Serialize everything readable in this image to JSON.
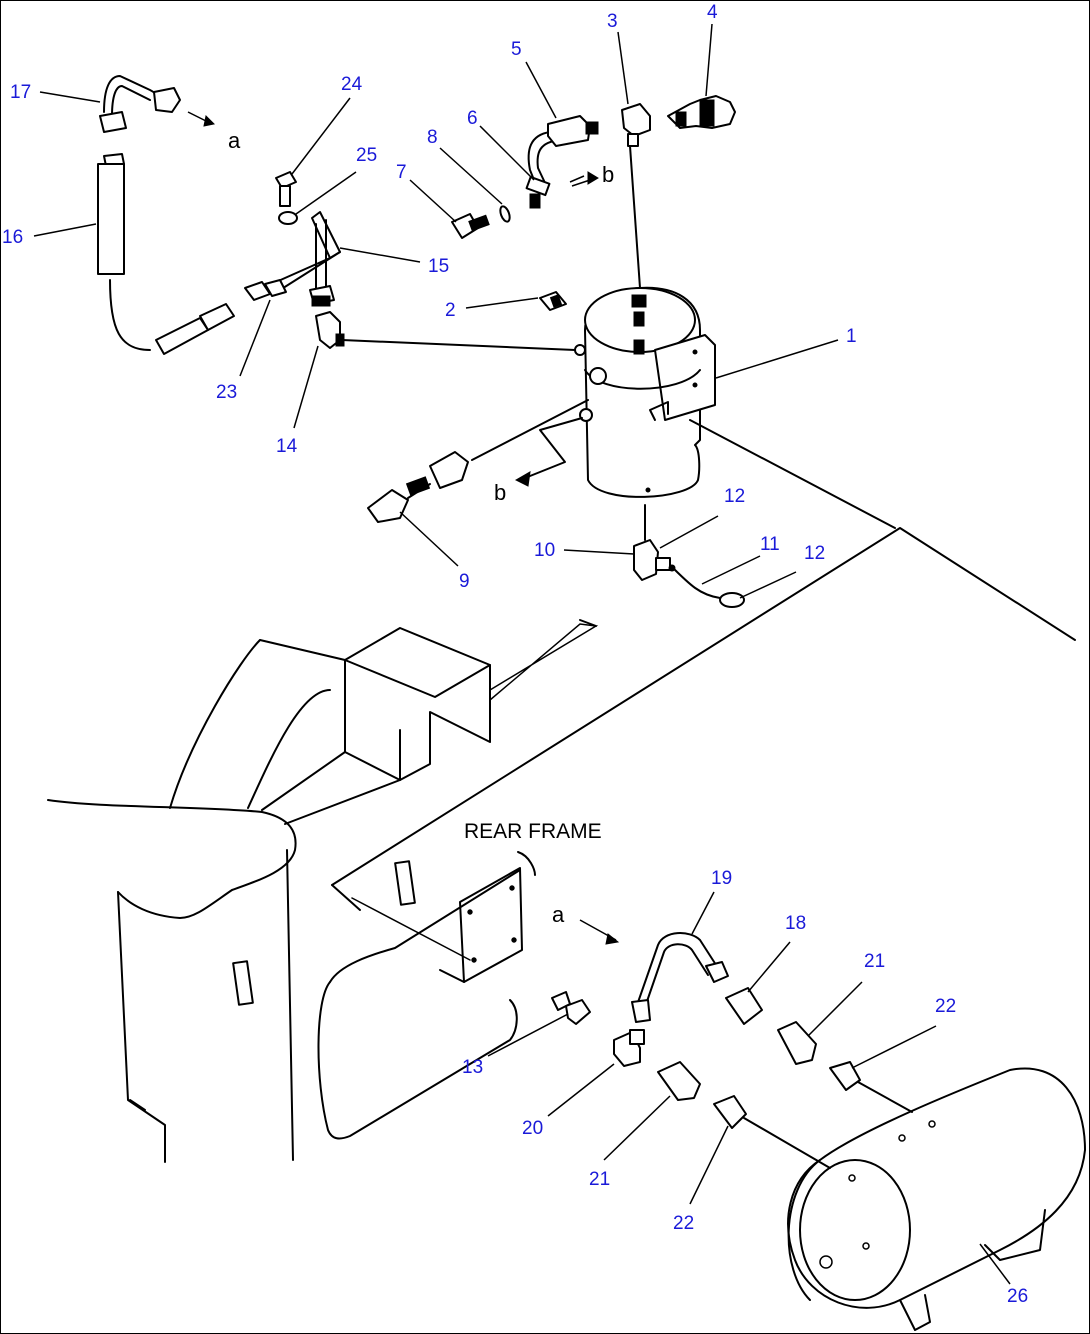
{
  "labels": {
    "p1": "1",
    "p2": "2",
    "p3": "3",
    "p4": "4",
    "p5": "5",
    "p6": "6",
    "p7": "7",
    "p8": "8",
    "p9": "9",
    "p10": "10",
    "p11": "11",
    "p12a": "12",
    "p12b": "12",
    "p13": "13",
    "p14": "14",
    "p15": "15",
    "p16": "16",
    "p17": "17",
    "p18": "18",
    "p19": "19",
    "p20": "20",
    "p21a": "21",
    "p21b": "21",
    "p22a": "22",
    "p22b": "22",
    "p23": "23",
    "p24": "24",
    "p25": "25",
    "p26": "26"
  },
  "refs": {
    "a_top": "a",
    "a_bottom": "a",
    "b_right": "b",
    "b_left": "b"
  },
  "frame_label": "REAR FRAME",
  "colors": {
    "callout": "#1a1ad8",
    "line": "#000000",
    "background": "#ffffff"
  }
}
